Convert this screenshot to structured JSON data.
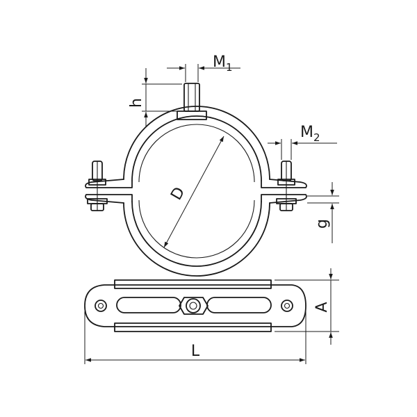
{
  "labels": {
    "m1": {
      "main": "M",
      "sub": "1"
    },
    "m2": {
      "main": "M",
      "sub": "2"
    },
    "h": "h",
    "d": "D",
    "g": "g",
    "a": "A",
    "l": "L"
  }
}
